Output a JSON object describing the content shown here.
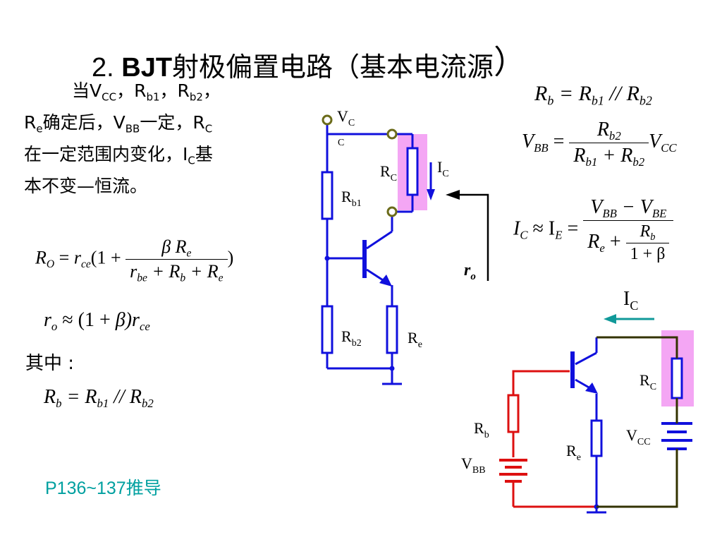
{
  "slide": {
    "title_prefix": "2. ",
    "title_bold": "BJT",
    "title_rest": "射极偏置电路（基本电流源",
    "title_paren": "）",
    "desc": {
      "l1_pre": "当V",
      "l1_s1": "CC",
      "l1_m1": "，R",
      "l1_s2": "b1",
      "l1_m2": "，R",
      "l1_s3": "b2",
      "l1_end": "，",
      "l2_pre": "R",
      "l2_s1": "e",
      "l2_m1": "确定后，V",
      "l2_s2": "BB",
      "l2_m2": "一定，R",
      "l2_s3": "C",
      "l3_pre": "在一定范围内变化，I",
      "l3_s1": "C",
      "l3_end": "基",
      "l4": "本不变—恒流。"
    },
    "ro_formula": {
      "lhs": "R",
      "lhs_sub": "O",
      "eq": " = ",
      "rce": "r",
      "rce_sub": "ce",
      "open": "(1 + ",
      "num_beta": "β",
      "num_R": " R",
      "num_R_sub": "e",
      "den_r": "r",
      "den_r_sub": "be",
      "den_plus1": " + R",
      "den_Rb_sub": "b",
      "den_plus2": " + R",
      "den_Re_sub": "e",
      "close": ")"
    },
    "ro_approx": {
      "lhs": "r",
      "lhs_sub": "o",
      "rhs_pre": " ≈ (1 + ",
      "beta": "β",
      "rhs_mid": ")r",
      "rhs_sub": "ce"
    },
    "qizhong": "其中 :",
    "rb_left": {
      "lhs": "R",
      "lhs_sub": "b",
      "eq": " = R",
      "s1": "b1",
      "par": " // R",
      "s2": "b2"
    },
    "rb_right": {
      "lhs": "R",
      "lhs_sub": "b",
      "eq": " = R",
      "s1": "b1",
      "par": " // R",
      "s2": "b2"
    },
    "vbb": {
      "lhs": "V",
      "lhs_sub": "BB",
      "eq": " = ",
      "num": "R",
      "num_sub": "b2",
      "den_a": "R",
      "den_a_sub": "b1",
      "den_plus": " + R",
      "den_b_sub": "b2",
      "tail": "V",
      "tail_sub": "CC"
    },
    "ic": {
      "lhs": "I",
      "lhs_sub": "C",
      "approx": " ≈ I",
      "approx_sub": "E",
      "eq": " = ",
      "num_a": "V",
      "num_a_sub": "BB",
      "num_minus": " − V",
      "num_b_sub": "BE",
      "den_R": "R",
      "den_R_sub": "e",
      "den_plus": " + ",
      "inner_num": "R",
      "inner_num_sub": "b",
      "inner_den": "1 + β"
    },
    "link": "P136~137推导"
  },
  "circuit1": {
    "vcc": "V",
    "vcc_sub": "C",
    "vcc_sub2": "C",
    "rb1": "R",
    "rb1_sub": "b1",
    "rb2": "R",
    "rb2_sub": "b2",
    "rc": "R",
    "rc_sub": "C",
    "re": "R",
    "re_sub": "e",
    "ic": "I",
    "ic_sub": "C",
    "ro": "r",
    "ro_sub": "o"
  },
  "circuit2": {
    "ic": "I",
    "ic_sub": "C",
    "rc": "R",
    "rc_sub": "C",
    "rb": "R",
    "rb_sub": "b",
    "re": "R",
    "re_sub": "e",
    "vcc": "V",
    "vcc_sub": "CC",
    "vbb": "V",
    "vbb_sub": "BB"
  },
  "colors": {
    "wire_blue": "#1010dd",
    "wire_red": "#dd1010",
    "wire_olive": "#333300",
    "highlight": "#f4a6f4",
    "terminal": "#6b6b1a",
    "teal": "#109999",
    "link": "#00a0a0"
  }
}
